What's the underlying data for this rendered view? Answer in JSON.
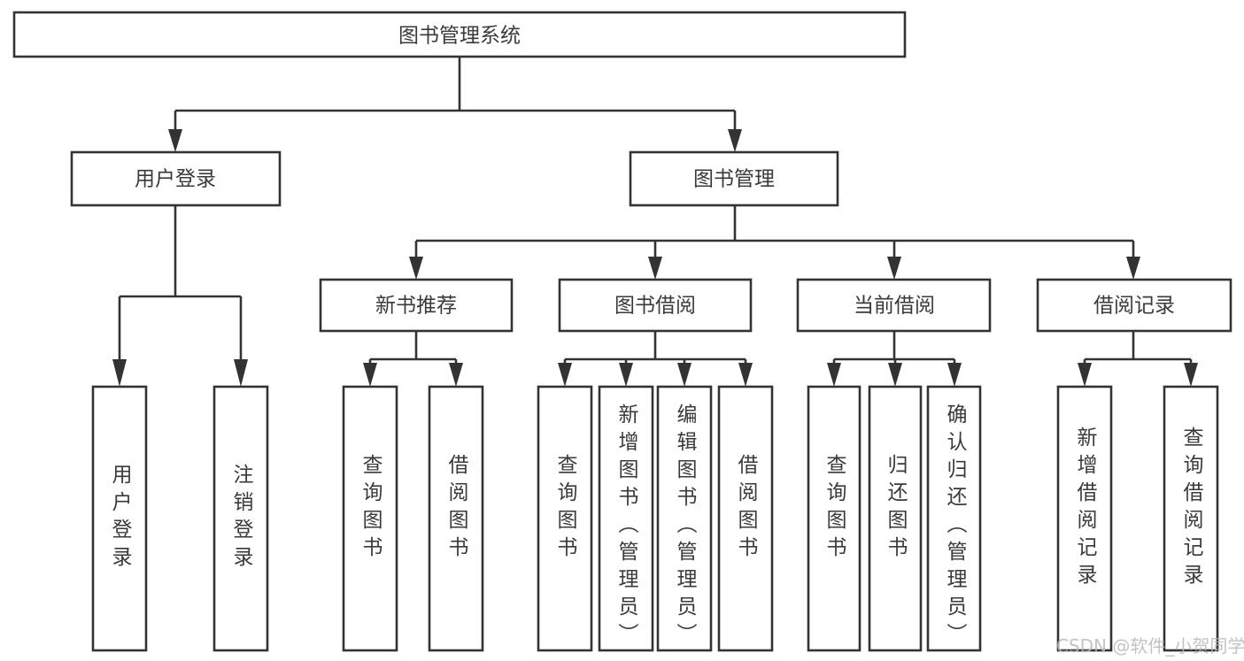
{
  "diagram": {
    "title": "图书管理系统",
    "type": "tree-hierarchy-chart",
    "orientation": "top-down",
    "colors": {
      "background": "#ffffff",
      "box_fill": "#ffffff",
      "box_stroke": "#333333",
      "text": "#3a3a3a",
      "watermark": "#b9b9b9"
    },
    "root": {
      "label": "图书管理系统"
    },
    "level2": [
      {
        "id": "user-login",
        "label": "用户登录"
      },
      {
        "id": "book-manage",
        "label": "图书管理"
      }
    ],
    "level3": [
      {
        "id": "new-book-recommend",
        "label": "新书推荐"
      },
      {
        "id": "book-borrow",
        "label": "图书借阅"
      },
      {
        "id": "current-borrow",
        "label": "当前借阅"
      },
      {
        "id": "borrow-record",
        "label": "借阅记录"
      }
    ],
    "leaves": {
      "user-login": [
        {
          "id": "leaf-user-login",
          "label": "用户登录"
        },
        {
          "id": "leaf-logout-login",
          "label": "注销登录"
        }
      ],
      "new-book-recommend": [
        {
          "id": "leaf-query-book-1",
          "label": "查询图书"
        },
        {
          "id": "leaf-borrow-book-1",
          "label": "借阅图书"
        }
      ],
      "book-borrow": [
        {
          "id": "leaf-query-book-2",
          "label": "查询图书"
        },
        {
          "id": "leaf-add-book-admin",
          "label": "新增图书（管理员）"
        },
        {
          "id": "leaf-edit-book-admin",
          "label": "编辑图书（管理员）"
        },
        {
          "id": "leaf-borrow-book-2",
          "label": "借阅图书"
        }
      ],
      "current-borrow": [
        {
          "id": "leaf-query-book-3",
          "label": "查询图书"
        },
        {
          "id": "leaf-return-book",
          "label": "归还图书"
        },
        {
          "id": "leaf-confirm-return-admin",
          "label": "确认归还（管理员）"
        }
      ],
      "borrow-record": [
        {
          "id": "leaf-add-borrow-record",
          "label": "新增借阅记录"
        },
        {
          "id": "leaf-query-borrow-record",
          "label": "查询借阅记录"
        }
      ]
    }
  },
  "watermark": {
    "text": "CSDN @软件_小贺同学"
  }
}
